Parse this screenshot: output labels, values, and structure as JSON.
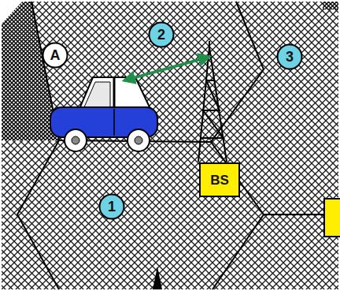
{
  "diagram": {
    "nodes": [
      {
        "text": [
          "A"
        ]
      },
      {
        "text": [
          "2"
        ]
      },
      {
        "text": [
          "3"
        ]
      },
      {
        "text": [
          "1"
        ]
      },
      {
        "text": [
          "BS"
        ]
      }
    ]
  }
}
